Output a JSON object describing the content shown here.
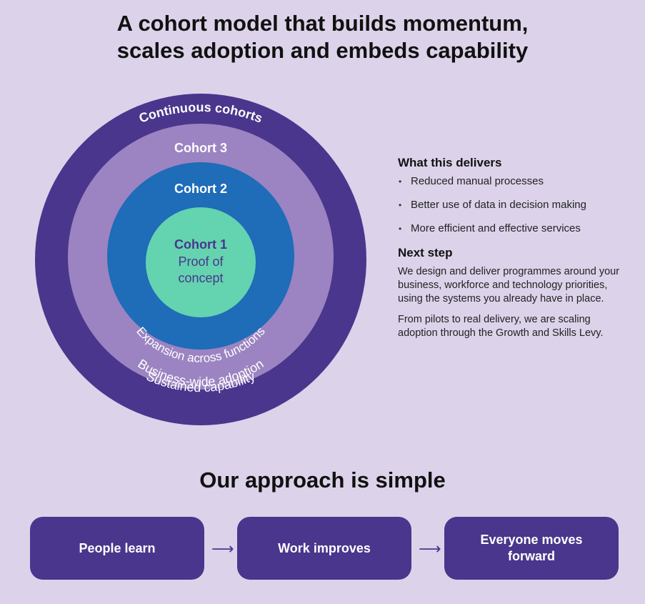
{
  "header": {
    "title_line1": "A cohort model that builds momentum,",
    "title_line2": "scales adoption and embeds capability"
  },
  "diagram": {
    "rings": [
      {
        "name": "Continuous cohorts",
        "arc_label": "Sustained capability",
        "color": "#4a368c"
      },
      {
        "name": "Cohort 3",
        "arc_label": "Business-wide adoption",
        "color": "#9b84c1"
      },
      {
        "name": "Cohort 2",
        "arc_label": "Expansion across functions",
        "color": "#1f6cb8"
      },
      {
        "name": "Cohort 1",
        "sub1": "Proof of",
        "sub2": "concept",
        "color": "#64d3b0"
      }
    ]
  },
  "delivers": {
    "heading": "What this delivers",
    "items": [
      "Reduced manual processes",
      "Better use of data in decision making",
      "More efficient and effective services"
    ]
  },
  "next_step": {
    "heading": "Next step",
    "para1": "We design and deliver programmes around your business, workforce and technology priorities, using the systems you already have in place.",
    "para2": "From pilots to real delivery, we are scaling adoption through the Growth and Skills Levy."
  },
  "approach": {
    "heading": "Our approach is simple",
    "steps": [
      {
        "line1": "People learn",
        "line2": ""
      },
      {
        "line1": "Work improves",
        "line2": ""
      },
      {
        "line1": "Everyone moves",
        "line2": "forward"
      }
    ],
    "arrow_icon": "arrow-right-icon"
  }
}
